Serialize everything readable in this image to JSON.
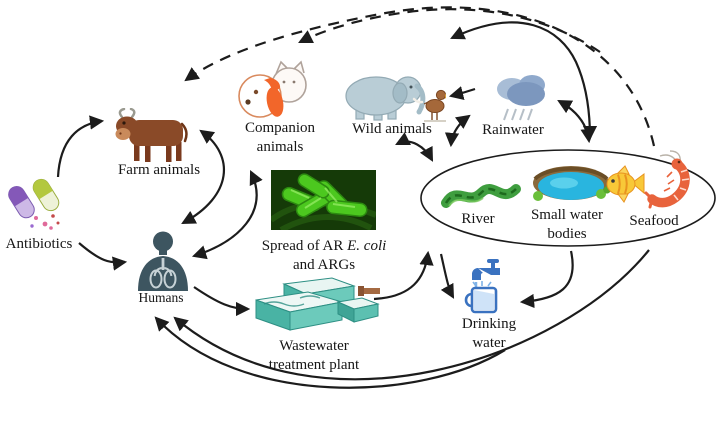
{
  "nodes": {
    "antibiotics": {
      "label": "Antibiotics",
      "icon": "pill-capsules-icon"
    },
    "farm_animals": {
      "label": "Farm animals",
      "icon": "cow-icon"
    },
    "companion_animals": {
      "line1": "Companion",
      "line2": "animals",
      "icon": "dog-and-cat-icon"
    },
    "wild_animals": {
      "label": "Wild animals",
      "icon": "elephant-and-bird-icon"
    },
    "rainwater": {
      "label": "Rainwater",
      "icon": "rain-cloud-icon"
    },
    "spread": {
      "prefix": "Spread of AR ",
      "italic": "E. coli",
      "line2": "and ARGs",
      "icon": "e-coli-bacteria-image"
    },
    "humans": {
      "label": "Humans",
      "icon": "human-lungs-icon"
    },
    "wastewater_plant": {
      "line1": "Wastewater",
      "line2": "treatment plant",
      "icon": "treatment-plant-icon"
    },
    "river": {
      "label": "River",
      "icon": "river-icon"
    },
    "small_water_bodies": {
      "line1": "Small water",
      "line2": "bodies",
      "icon": "pond-icon"
    },
    "seafood": {
      "label": "Seafood",
      "icon": "fish-and-shrimp-icon"
    },
    "drinking_water": {
      "line1": "Drinking",
      "line2": "water",
      "icon": "faucet-and-cup-icon"
    }
  },
  "edges": [
    {
      "from": "antibiotics",
      "to": "farm_animals",
      "style": "solid",
      "bidirectional": false
    },
    {
      "from": "antibiotics",
      "to": "humans",
      "style": "solid",
      "bidirectional": false
    },
    {
      "from": "farm_animals",
      "to": "humans",
      "style": "solid",
      "bidirectional": true
    },
    {
      "from": "companion_animals",
      "to": "humans",
      "style": "solid",
      "bidirectional": true
    },
    {
      "from": "humans",
      "to": "wastewater_plant",
      "style": "solid",
      "bidirectional": false
    },
    {
      "from": "wastewater_plant",
      "to": "water_bodies_oval",
      "style": "solid",
      "bidirectional": false
    },
    {
      "from": "water_bodies_oval",
      "to": "drinking_water",
      "style": "solid",
      "bidirectional": false
    },
    {
      "from": "small_water_bodies",
      "to": "drinking_water",
      "style": "solid",
      "bidirectional": false
    },
    {
      "from": "wild_animals",
      "to": "water_bodies_oval",
      "style": "solid",
      "bidirectional": true
    },
    {
      "from": "rainwater",
      "to": "wild_animals",
      "style": "solid",
      "bidirectional": false
    },
    {
      "from": "rainwater",
      "to": "water_bodies_oval",
      "style": "solid",
      "bidirectional": true
    },
    {
      "from": "rainwater",
      "to": "water_bodies_oval",
      "style": "solid",
      "bidirectional": true
    },
    {
      "from": "water_bodies_oval",
      "to": "animals-top-area",
      "style": "solid",
      "bidirectional": true
    },
    {
      "from": "water_bodies_oval",
      "to": "farm_animals",
      "style": "dashed",
      "bidirectional": false
    },
    {
      "from": "water_bodies_oval",
      "to": "companion_animals",
      "style": "dashed",
      "bidirectional": false
    },
    {
      "from": "drinking_water",
      "to": "humans",
      "style": "solid",
      "bidirectional": false
    },
    {
      "from": "seafood",
      "to": "humans",
      "style": "solid",
      "bidirectional": false
    }
  ],
  "colors": {
    "arrow": "#1c1c1c",
    "ecoli_background": "#153a08",
    "ecoli_rod": "#4cc81f",
    "human_figure": "#3d5560",
    "cow_brown": "#8a4a28",
    "dog_orange": "#f2662a",
    "plant_teal": "#49b3a4",
    "water_blue": "#29b5df",
    "faucet_blue": "#3a72c0",
    "shrimp_orange": "#e8633c",
    "fish_yellow": "#f8c838",
    "capsule_purple": "#8458b8",
    "capsule_green": "#b3c83f"
  }
}
